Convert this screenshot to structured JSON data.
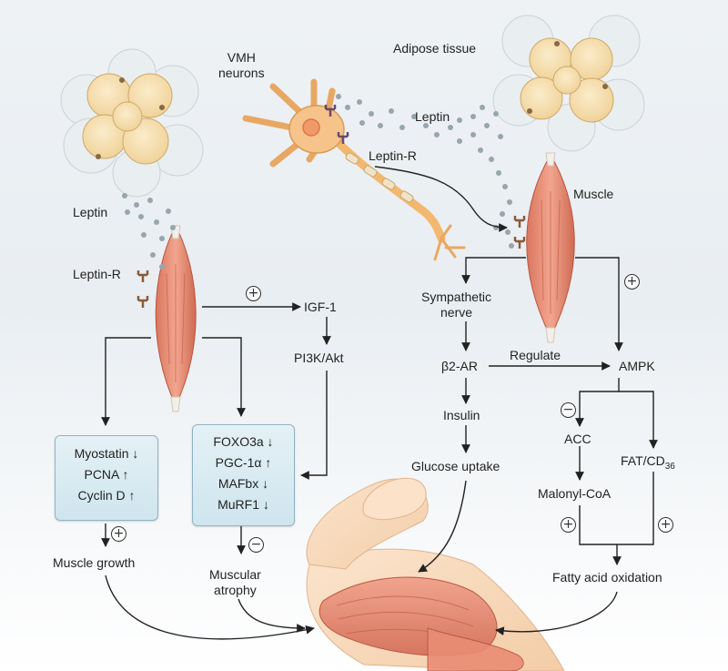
{
  "labels": {
    "vmh_neurons": "VMH\nneurons",
    "adipose_tissue": "Adipose tissue",
    "leptin_top": "Leptin",
    "leptin_r_top": "Leptin-R",
    "muscle": "Muscle",
    "leptin_left": "Leptin",
    "leptin_r_left": "Leptin-R",
    "igf1": "IGF-1",
    "pi3k_akt": "PI3K/Akt",
    "sympathetic_nerve": "Sympathetic\nnerve",
    "beta2_ar": "β2-AR",
    "regulate": "Regulate",
    "ampk": "AMPK",
    "insulin": "Insulin",
    "glucose_uptake": "Glucose uptake",
    "acc": "ACC",
    "fat_cd36_main": "FAT/CD",
    "fat_cd36_sub": "36",
    "malonyl_coa": "Malonyl-CoA",
    "fatty_acid_oxidation": "Fatty acid oxidation",
    "muscle_growth": "Muscle growth",
    "muscular_atrophy": "Muscular\natrophy"
  },
  "growth_box": [
    "Myostatin ↓",
    "PCNA ↑",
    "Cyclin D ↑"
  ],
  "atrophy_box": [
    "FOXO3a ↓",
    "PGC-1α ↑",
    "MAFbx ↓",
    "MuRF1 ↓"
  ],
  "signs": {
    "plus": "+",
    "minus": "−"
  }
}
